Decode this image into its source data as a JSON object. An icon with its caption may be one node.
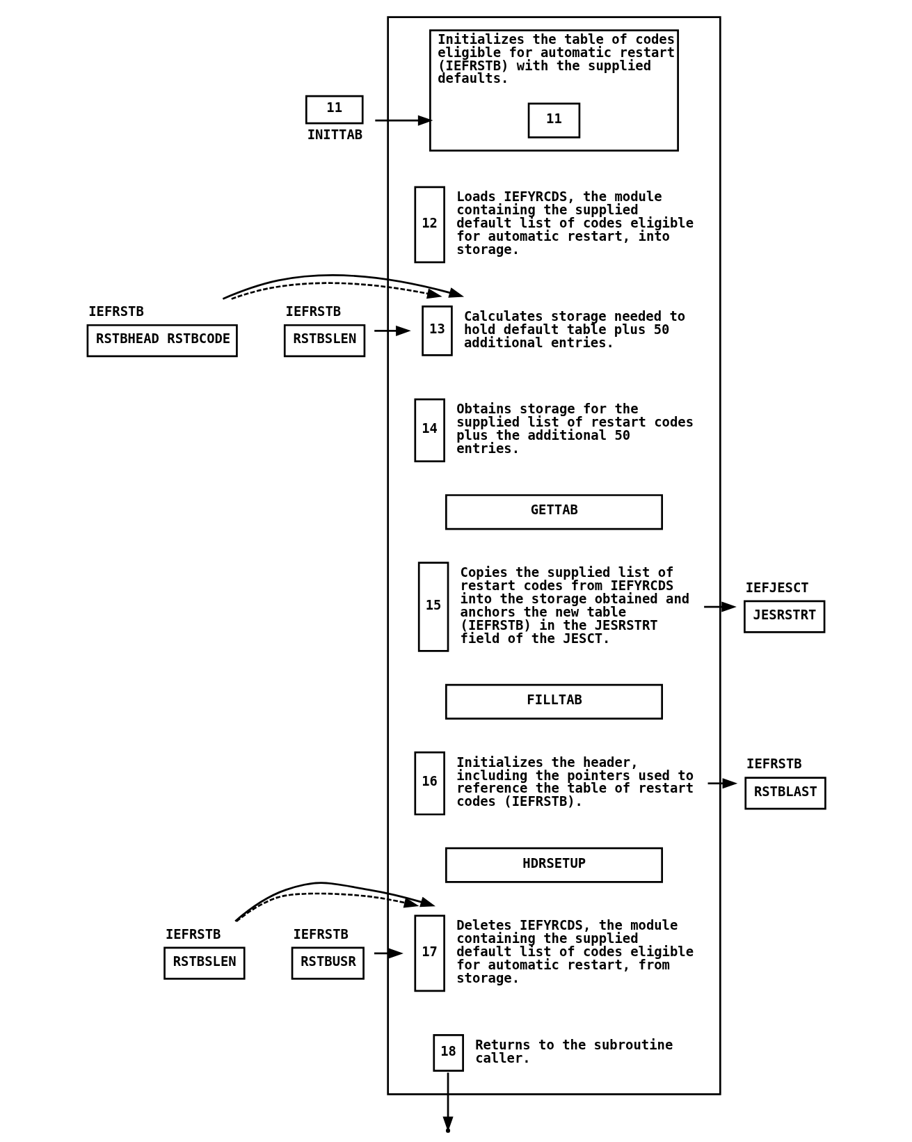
{
  "diagram": {
    "nodes": [
      {
        "text": [],
        "shape": "box"
      },
      {
        "text": [
          "Initializes the table of codes eligible for automatic restart (IEFRSTB) with the supplied defaults."
        ],
        "in": 0
      },
      {
        "text": [
          "11"
        ],
        "in": 1
      },
      {
        "text": [
          "12"
        ],
        "beside": [
          "Loads IEFYRCDS, the module containing the supplied default list of codes eligible for automatic restart, into storage."
        ],
        "in": 0
      },
      {
        "text": [
          "13"
        ],
        "beside": [
          "Calculates storage needed to hold default table plus 50 additional entries."
        ],
        "in": 0
      },
      {
        "text": [
          "14"
        ],
        "beside": [
          "Obtains storage for the supplied list of restart codes plus the additional 50 entries."
        ],
        "in": 0
      },
      {
        "text": [
          "GETTAB"
        ],
        "in": 0
      },
      {
        "text": [
          "15"
        ],
        "beside": [
          "Copies the supplied list of restart codes from IEFYRCDS into the storage obtained and anchors the new table (IEFRSTB) in the JESRSTRT field of the JESCT."
        ],
        "in": 0
      },
      {
        "text": [
          "FILLTAB"
        ],
        "in": 0
      },
      {
        "text": [
          "16"
        ],
        "beside": [
          "Initializes the header, including the pointers used to reference the table of restart codes (IEFRSTB)."
        ],
        "in": 0
      },
      {
        "text": [
          "HDRSETUP"
        ],
        "in": 0
      },
      {
        "text": [
          "17"
        ],
        "beside": [
          "Deletes IEFYRCDS, the module containing the supplied default list of codes eligible for automatic restart, from storage."
        ],
        "in": 0
      },
      {
        "text": [
          "18"
        ],
        "beside": [
          "Returns to the subroutine caller."
        ],
        "in": 0
      },
      {
        "text": [
          "11"
        ],
        "beside": [
          "INITTAB"
        ]
      },
      {
        "text": [
          "IEFRSTB",
          "RSTBHEAD RSTBCODE"
        ]
      },
      {
        "text": [
          "IEFRSTB",
          "RSTBSLEN"
        ]
      },
      {
        "text": [
          "IEFRSTB",
          "RSTBSLEN"
        ]
      },
      {
        "text": [
          "IEFRSTB",
          "RSTBUSR"
        ]
      },
      {
        "text": [
          "IEFJESCT",
          "JESRSTRT"
        ]
      },
      {
        "text": [
          "IEFRSTB",
          "RSTBLAST"
        ]
      }
    ],
    "edges": [
      {
        "from": 13,
        "to": 1,
        "arrow": "to"
      },
      {
        "from": 14,
        "to": 4,
        "arrow": "to",
        "style": "dashed"
      },
      {
        "from": 14,
        "to": 4,
        "arrow": "to"
      },
      {
        "from": 15,
        "to": 4,
        "arrow": "to"
      },
      {
        "from": 16,
        "to": 11,
        "arrow": "to",
        "style": "dashed"
      },
      {
        "from": 16,
        "to": 11,
        "arrow": "to"
      },
      {
        "from": 17,
        "to": 11,
        "arrow": "to"
      },
      {
        "from": 7,
        "to": 18,
        "arrow": "to"
      },
      {
        "from": 9,
        "to": 19,
        "arrow": "to"
      },
      {
        "from": 12,
        "to": null,
        "arrow": "to"
      }
    ]
  }
}
